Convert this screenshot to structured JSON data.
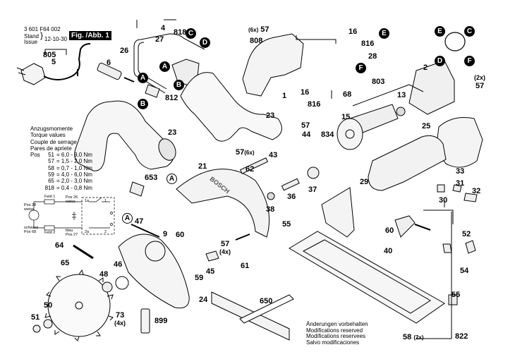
{
  "header": {
    "part_number": "3 601 F64 002",
    "stand_label": "Stand",
    "issue_label": "Issue",
    "date": "12-10-30",
    "figure": "Fig. /Abb. 1"
  },
  "torque": {
    "titles": [
      "Anzugsmomente",
      "Torque values",
      "Couple de serrage",
      "Pares de apriete"
    ],
    "pos_label": "Pos",
    "rows": [
      {
        "pos": "51",
        "value": "= 6,0 - 9,0 Nm"
      },
      {
        "pos": "57",
        "value": "= 1,5 - 2,0 Nm"
      },
      {
        "pos": "58",
        "value": "= 0,7 - 1,0 Nm"
      },
      {
        "pos": "59",
        "value": "= 4,0 - 6,0 Nm"
      },
      {
        "pos": "65",
        "value": "= 2,0 - 3,0 Nm"
      },
      {
        "pos": "818",
        "value": "= 0,4 - 0,8 Nm"
      }
    ]
  },
  "wiring": {
    "feld1": "Feld 1",
    "feld2": "Feld 2",
    "pos28": "Pos 28\nweiss",
    "pos26": "Pos 26\nweiss",
    "pos68": "schwarz\nPos 68",
    "pos27": "blau\nPos 27",
    "t1a": "1a",
    "t1": "1",
    "t2a": "2a",
    "t2": "2"
  },
  "notes": [
    "Änderungen vorbehalten",
    "Modifications reserved",
    "Modifications reservees",
    "Salvo modificaciones"
  ],
  "callouts": {
    "A": "A",
    "B": "B",
    "C": "C",
    "D": "D",
    "E": "E",
    "F": "F"
  },
  "parts": {
    "p805": "805",
    "p5": "5",
    "p6": "6",
    "p26": "26",
    "p27": "27",
    "p4": "4",
    "p818a": "818",
    "p812": "812",
    "p57x6a": "57",
    "p57x6a_qty": "(6x)",
    "p808": "808",
    "p1": "1",
    "p16a": "16",
    "p816a": "816",
    "p28": "28",
    "p16b": "16",
    "p816b": "816",
    "p68": "68",
    "p803": "803",
    "p13": "13",
    "p15": "15",
    "p834": "834",
    "p25": "25",
    "p2": "2",
    "p57x2": "57",
    "p57x2_qty": "(2x)",
    "p23a": "23",
    "p23b": "23",
    "p57x6b": "57",
    "p57x6b_qty": "(6x)",
    "p44": "44",
    "p57a": "57",
    "p43": "43",
    "p62": "62",
    "p37": "37",
    "p36": "36",
    "p38": "38",
    "p29": "29",
    "p33": "33",
    "p31": "31",
    "p32": "32",
    "p30": "30",
    "p653": "653",
    "p21": "21",
    "p47": "47",
    "p9": "9",
    "p60a": "60",
    "p57x4": "57",
    "p57x4_qty": "(4x)",
    "p55a": "55",
    "p60b": "60",
    "p52": "52",
    "p40": "40",
    "p54": "54",
    "p55b": "55",
    "p822": "822",
    "p58": "58",
    "p58_qty": "(2x)",
    "p64": "64",
    "p65": "65",
    "p48": "48",
    "p46": "46",
    "p50": "50",
    "p51": "51",
    "p73": "73",
    "p73_qty": "(4x)",
    "p59": "59",
    "p45": "45",
    "p61": "61",
    "p24": "24",
    "p899": "899",
    "p650": "650"
  },
  "brand_on_guard": "BOSCH"
}
